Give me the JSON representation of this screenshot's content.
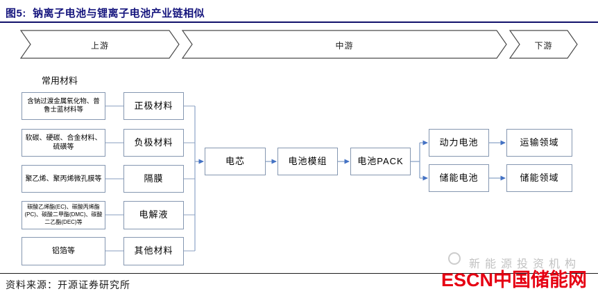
{
  "title": "图5:  钠离子电池与锂离子电池产业链相似",
  "banner": {
    "stages": [
      {
        "label": "上游"
      },
      {
        "label": "中游"
      },
      {
        "label": "下游"
      }
    ]
  },
  "materials": {
    "heading": "常用材料",
    "rows": [
      {
        "input": "含钠过渡金属氧化物、普鲁士蓝材料等",
        "category": "正极材料"
      },
      {
        "input": "软碳、硬碳、合金材料、硫磺等",
        "category": "负极材料"
      },
      {
        "input": "聚乙烯、聚丙烯微孔膜等",
        "category": "隔膜"
      },
      {
        "input": "碳酸乙烯酯(EC)、碳酸丙烯酯(PC)、碳酸二甲酯(DMC)、碳酸二乙酯(DEC)等",
        "category": "电解液"
      },
      {
        "input": "铝箔等",
        "category": "其他材料"
      }
    ]
  },
  "flow": {
    "cell": "电芯",
    "module": "电池模组",
    "pack": "电池PACK"
  },
  "branches": [
    {
      "battery": "动力电池",
      "application": "运输领域"
    },
    {
      "battery": "储能电池",
      "application": "储能领域"
    }
  ],
  "footer": {
    "source": "资料来源：开源证券研究所"
  },
  "logo": {
    "text": "ESCN中国储能网",
    "watermark": "新能源投资机构"
  },
  "colors": {
    "title": "#15157d",
    "rule": "#10106a",
    "box-border": "#8496b0",
    "line": "#9fb1cc",
    "arrow": "#4472c4",
    "banner-outline": "#4a4a4a",
    "logo-red": "#e60013"
  }
}
